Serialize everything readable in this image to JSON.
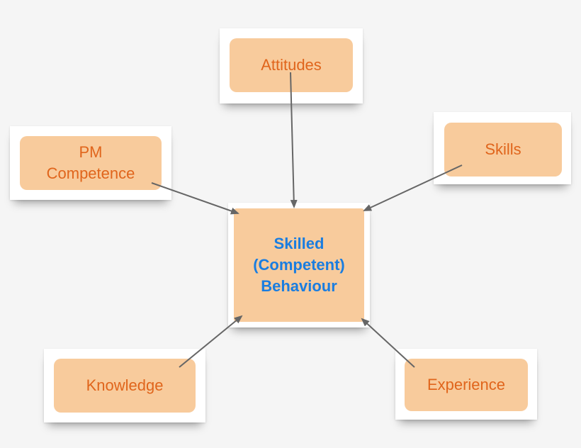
{
  "nodes": {
    "attitudes": "Attitudes",
    "pm_competence": "PM Competence",
    "skills": "Skills",
    "center": "Skilled (Competent) Behaviour",
    "knowledge": "Knowledge",
    "experience": "Experience"
  },
  "colors": {
    "box_fill": "#f8cb9c",
    "outer_text": "#e0651c",
    "center_text": "#1a7de0",
    "arrow": "#666666",
    "background": "#f5f5f5"
  }
}
